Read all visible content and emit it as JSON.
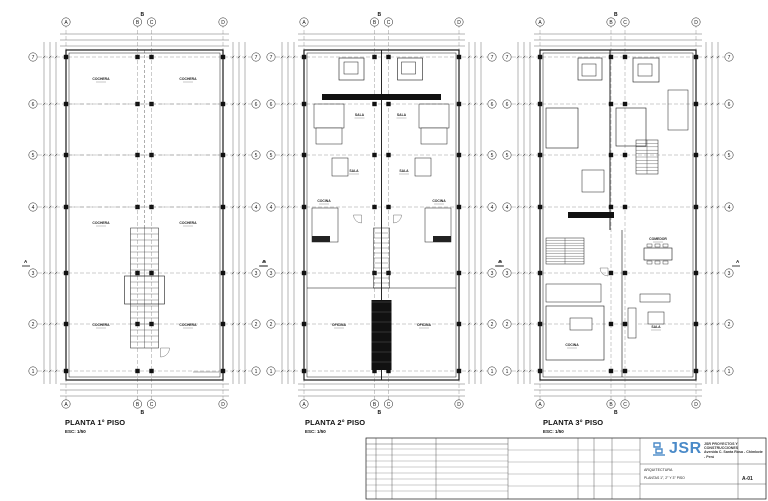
{
  "plans": [
    {
      "title": "PLANTA 1° PISO",
      "scale": "ESC: 1/50",
      "rooms": [
        "COCHERA",
        "COCHERA",
        "COCHERA",
        "COCHERA",
        "COCHERA",
        "COCHERA"
      ]
    },
    {
      "title": "PLANTA 2° PISO",
      "scale": "ESC: 1/50",
      "rooms": [
        "SALA",
        "SALA",
        "SALA",
        "SALA",
        "COCINA",
        "COCINA",
        "OFICINA",
        "OFICINA"
      ]
    },
    {
      "title": "PLANTA 3° PISO",
      "scale": "ESC: 1/50",
      "rooms": [
        "COMEDOR",
        "COCINA",
        "SALA"
      ]
    }
  ],
  "axes": {
    "columns": [
      "A",
      "B",
      "C",
      "D"
    ],
    "rows": [
      "1",
      "2",
      "3",
      "4",
      "5",
      "6",
      "7"
    ],
    "section_marks": [
      "A",
      "B"
    ]
  },
  "title_block": {
    "logo_text": "JSR",
    "company": "JSR PROYECTOS Y CONSTRUCCIONES",
    "address": "Avenida C. Santa Rosa - Chimbote - Perú",
    "sheet_number": "A-01",
    "sheet_name": "ARQUITECTURA",
    "sheet_desc": "PLANTAS 1°, 2° Y 3° PISO"
  },
  "colors": {
    "line": "#1a1a1a",
    "thin": "#444444",
    "axis": "#555555",
    "logo": "#4a8ac8"
  }
}
